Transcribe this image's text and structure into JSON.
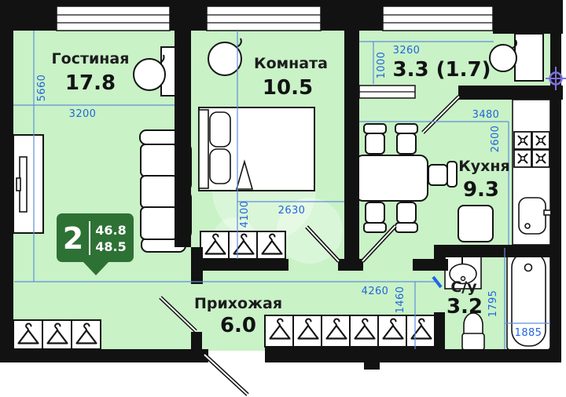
{
  "plan": {
    "rooms": {
      "living": {
        "name": "Гостиная",
        "area": "17.8"
      },
      "bedroom": {
        "name": "Комната",
        "area": "10.5"
      },
      "balcony": {
        "area": "3.3 (1.7)"
      },
      "kitchen": {
        "name": "Кухня",
        "area": "9.3"
      },
      "hallway": {
        "name": "Прихожая",
        "area": "6.0"
      },
      "bathroom": {
        "name": "С/у",
        "area": "3.2"
      }
    },
    "dimensions_mm": {
      "living_height": "5660",
      "living_width": "3200",
      "balcony_width": "3260",
      "balcony_depth": "1000",
      "bedroom_depth": "4100",
      "bedroom_width": "2630",
      "kitchen_width": "3480",
      "kitchen_depth": "2600",
      "hallway_width": "4260",
      "hallway_depth": "1460",
      "bathroom_depth": "1795",
      "bathtub_length": "1885"
    },
    "badge": {
      "room_count": "2",
      "area_primary": "46.8",
      "area_secondary": "48.5"
    },
    "icons": {
      "hanger-icon": "clothes hanger (wardrobe section)",
      "burner-icon": "stove burner",
      "crosshair-icon": "plan reference marker"
    },
    "colors": {
      "floor_fill": "#c9f2c6",
      "wall": "#121212",
      "dimension_blue": "#2266dd",
      "badge_green": "#2e7135",
      "marker_violet": "#7d6fd8"
    }
  }
}
